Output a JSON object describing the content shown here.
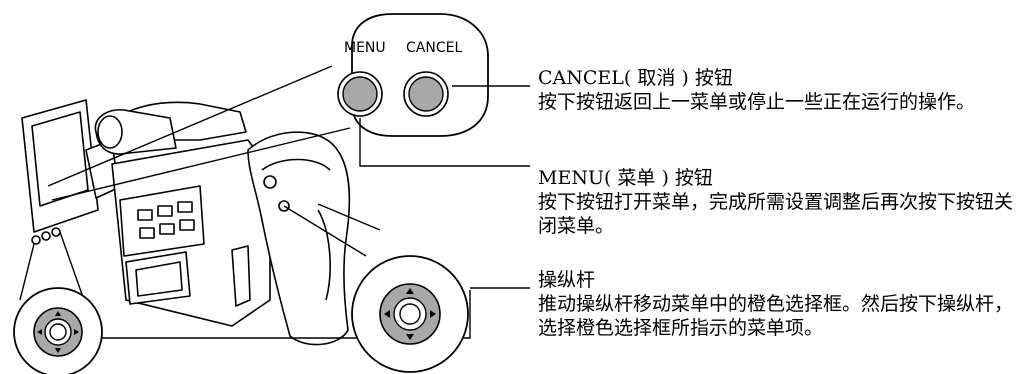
{
  "buttons": {
    "menu_label": "MENU",
    "cancel_label": "CANCEL"
  },
  "callouts": [
    {
      "title": "CANCEL( 取消 ) 按钮",
      "desc": "按下按钮返回上一菜单或停止一些正在运行的操作。"
    },
    {
      "title": "MENU( 菜单 ) 按钮",
      "desc": "按下按钮打开菜单，完成所需设置调整后再次按下按钮关闭菜单。"
    },
    {
      "title": "操纵杆",
      "desc": "推动操纵杆移动菜单中的橙色选择框。然后按下操纵杆，选择橙色选择框所指示的菜单项。"
    }
  ],
  "colors": {
    "button_fill": "#a8a8a8",
    "line": "#000000"
  },
  "icons": [
    "camcorder-illustration",
    "joystick-icon"
  ]
}
